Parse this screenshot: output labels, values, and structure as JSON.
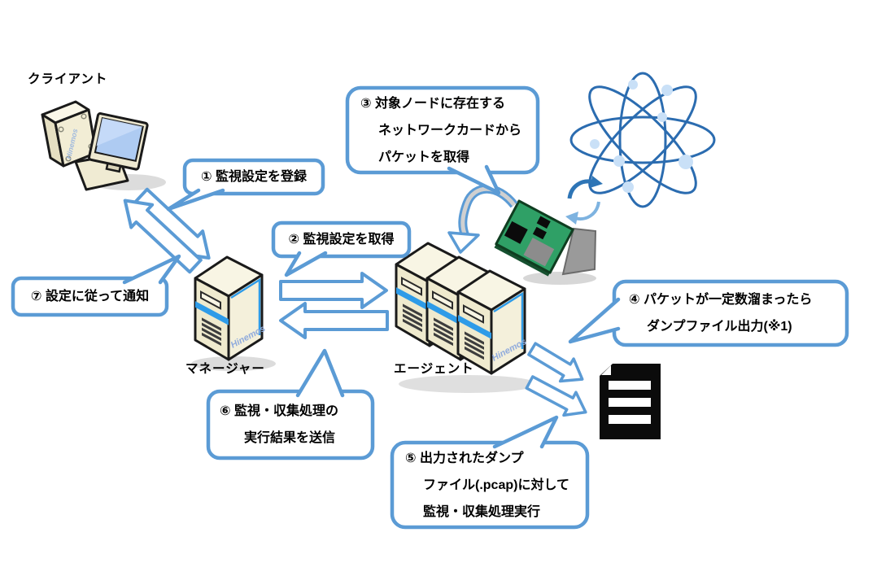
{
  "labels": {
    "client": "クライアント",
    "manager": "マネージャー",
    "agent": "エージェント"
  },
  "brand": "Hinemos",
  "callouts": [
    {
      "id": "1",
      "lines": [
        "① 監視設定を登録"
      ]
    },
    {
      "id": "2",
      "lines": [
        "② 監視設定を取得"
      ]
    },
    {
      "id": "3",
      "lines": [
        "③ 対象ノードに存在する",
        "ネットワークカードから",
        "パケットを取得"
      ]
    },
    {
      "id": "4",
      "lines": [
        "④ パケットが一定数溜まったら",
        "ダンプファイル出力(※1)"
      ]
    },
    {
      "id": "5",
      "lines": [
        "⑤ 出力されたダンプ",
        "ファイル(.pcap)に対して",
        "監視・収集処理実行"
      ]
    },
    {
      "id": "6",
      "lines": [
        "⑥ 監視・収集処理の",
        "実行結果を送信"
      ]
    },
    {
      "id": "7",
      "lines": [
        "⑦ 設定に従って通知"
      ]
    }
  ],
  "colors": {
    "accent_blue": "#5B9BD5",
    "atom_blue": "#2B6CB0",
    "atom_dot": "#C9E0F7",
    "card_green": "#2FA066",
    "server_body": "#F4F0DB",
    "server_stripe": "#2E9BE8",
    "brand_text": "#8FAADC",
    "document_black": "#0B0B0B"
  }
}
